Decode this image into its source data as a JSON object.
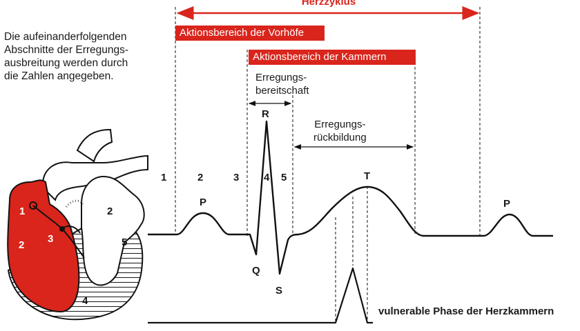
{
  "intro_lines": [
    "Die aufeinanderfolgenden",
    "Abschnitte der Erregungs-",
    "ausbreitung werden durch",
    "die Zahlen angegeben."
  ],
  "cycle_title": "Herzzyklus",
  "atria_range": "Aktionsbereich der Vorhöfe",
  "ventricle_range": "Aktionsbereich der Kammern",
  "readiness": [
    "Erregungs-",
    "bereitschaft"
  ],
  "recovery": [
    "Erregungs-",
    "rückbildung"
  ],
  "segments": [
    "1",
    "2",
    "3",
    "4",
    "5"
  ],
  "waves": {
    "p1": "P",
    "r": "R",
    "q": "Q",
    "s": "S",
    "t": "T",
    "p2": "P"
  },
  "vulnerable_label": "vulnerable Phase der Herzkammern",
  "heart_numbers": [
    "1",
    "2",
    "3",
    "2",
    "5",
    "4"
  ],
  "colors": {
    "accent_red": "#d9251c",
    "line": "#111111"
  }
}
